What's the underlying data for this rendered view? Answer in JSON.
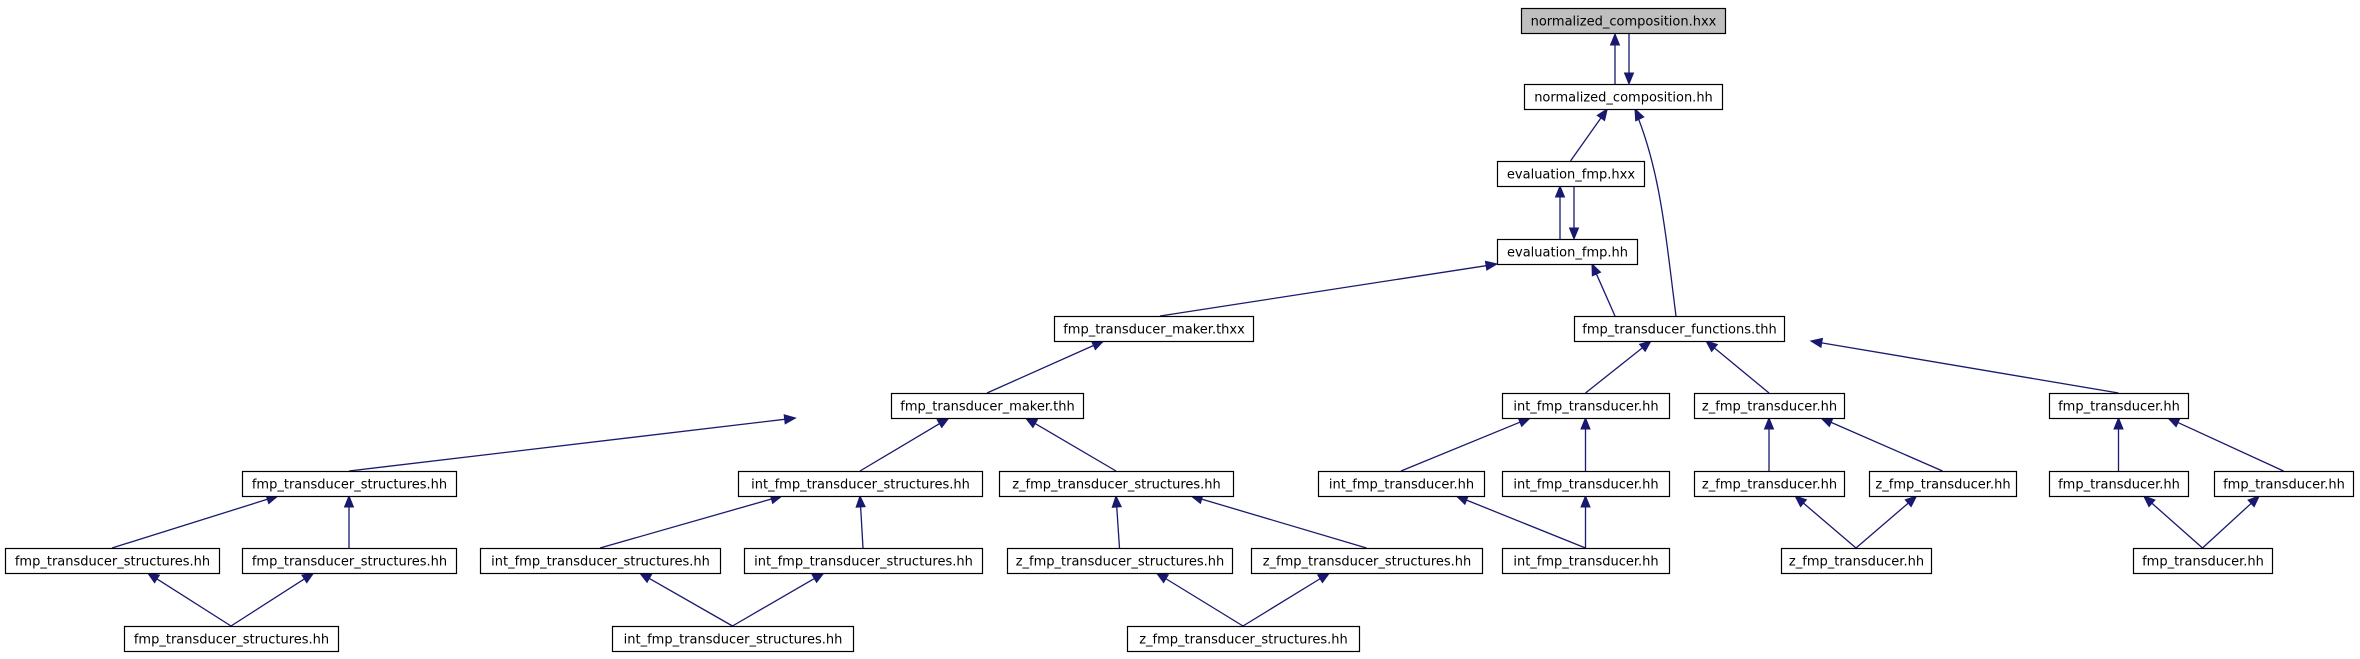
{
  "diagram": {
    "colors": {
      "root_fill": "#bfbfbf",
      "node_fill": "#ffffff",
      "border": "#000000",
      "edge": "#191970"
    },
    "nodes": [
      {
        "id": "n1",
        "label": "normalized_composition.hxx",
        "root": true
      },
      {
        "id": "n2",
        "label": "normalized_composition.hh"
      },
      {
        "id": "n3",
        "label": "evaluation_fmp.hxx"
      },
      {
        "id": "n4",
        "label": "evaluation_fmp.hh"
      },
      {
        "id": "n5",
        "label": "fmp_transducer_maker.thxx"
      },
      {
        "id": "n6",
        "label": "fmp_transducer_functions.thh"
      },
      {
        "id": "n7",
        "label": "fmp_transducer_maker.thh"
      },
      {
        "id": "n8",
        "label": "int_fmp_transducer.hh"
      },
      {
        "id": "n9",
        "label": "z_fmp_transducer.hh"
      },
      {
        "id": "n10",
        "label": "fmp_transducer.hh"
      },
      {
        "id": "n11",
        "label": "fmp_transducer_structures.hh"
      },
      {
        "id": "n12",
        "label": "int_fmp_transducer_structures.hh"
      },
      {
        "id": "n13",
        "label": "z_fmp_transducer_structures.hh"
      },
      {
        "id": "n14",
        "label": "int_fmp_transducer.hh"
      },
      {
        "id": "n15",
        "label": "int_fmp_transducer.hh"
      },
      {
        "id": "n16",
        "label": "z_fmp_transducer.hh"
      },
      {
        "id": "n17",
        "label": "z_fmp_transducer.hh"
      },
      {
        "id": "n18",
        "label": "fmp_transducer.hh"
      },
      {
        "id": "n19",
        "label": "fmp_transducer.hh"
      },
      {
        "id": "n20",
        "label": "fmp_transducer_structures.hh"
      },
      {
        "id": "n21",
        "label": "fmp_transducer_structures.hh"
      },
      {
        "id": "n22",
        "label": "int_fmp_transducer_structures.hh"
      },
      {
        "id": "n23",
        "label": "int_fmp_transducer_structures.hh"
      },
      {
        "id": "n24",
        "label": "z_fmp_transducer_structures.hh"
      },
      {
        "id": "n25",
        "label": "z_fmp_transducer_structures.hh"
      },
      {
        "id": "n26",
        "label": "int_fmp_transducer.hh"
      },
      {
        "id": "n27",
        "label": "z_fmp_transducer.hh"
      },
      {
        "id": "n28",
        "label": "fmp_transducer.hh"
      },
      {
        "id": "n29",
        "label": "fmp_transducer_structures.hh"
      },
      {
        "id": "n30",
        "label": "int_fmp_transducer_structures.hh"
      },
      {
        "id": "n31",
        "label": "z_fmp_transducer_structures.hh"
      }
    ],
    "edges": [
      {
        "from": "n2",
        "to": "n1"
      },
      {
        "from": "n1",
        "to": "n2"
      },
      {
        "from": "n3",
        "to": "n2"
      },
      {
        "from": "n6",
        "to": "n2"
      },
      {
        "from": "n4",
        "to": "n3"
      },
      {
        "from": "n3",
        "to": "n4"
      },
      {
        "from": "n5",
        "to": "n4"
      },
      {
        "from": "n6",
        "to": "n4"
      },
      {
        "from": "n7",
        "to": "n5"
      },
      {
        "from": "n8",
        "to": "n6"
      },
      {
        "from": "n9",
        "to": "n6"
      },
      {
        "from": "n10",
        "to": "n6"
      },
      {
        "from": "n11",
        "to": "n7"
      },
      {
        "from": "n12",
        "to": "n7"
      },
      {
        "from": "n13",
        "to": "n7"
      },
      {
        "from": "n14",
        "to": "n8"
      },
      {
        "from": "n15",
        "to": "n8"
      },
      {
        "from": "n16",
        "to": "n9"
      },
      {
        "from": "n17",
        "to": "n9"
      },
      {
        "from": "n18",
        "to": "n10"
      },
      {
        "from": "n19",
        "to": "n10"
      },
      {
        "from": "n20",
        "to": "n11"
      },
      {
        "from": "n21",
        "to": "n11"
      },
      {
        "from": "n22",
        "to": "n12"
      },
      {
        "from": "n23",
        "to": "n12"
      },
      {
        "from": "n24",
        "to": "n13"
      },
      {
        "from": "n25",
        "to": "n13"
      },
      {
        "from": "n26",
        "to": "n14"
      },
      {
        "from": "n26",
        "to": "n15"
      },
      {
        "from": "n27",
        "to": "n16"
      },
      {
        "from": "n27",
        "to": "n17"
      },
      {
        "from": "n28",
        "to": "n18"
      },
      {
        "from": "n28",
        "to": "n19"
      },
      {
        "from": "n29",
        "to": "n20"
      },
      {
        "from": "n29",
        "to": "n21"
      },
      {
        "from": "n30",
        "to": "n22"
      },
      {
        "from": "n30",
        "to": "n23"
      },
      {
        "from": "n31",
        "to": "n24"
      },
      {
        "from": "n31",
        "to": "n25"
      }
    ]
  }
}
